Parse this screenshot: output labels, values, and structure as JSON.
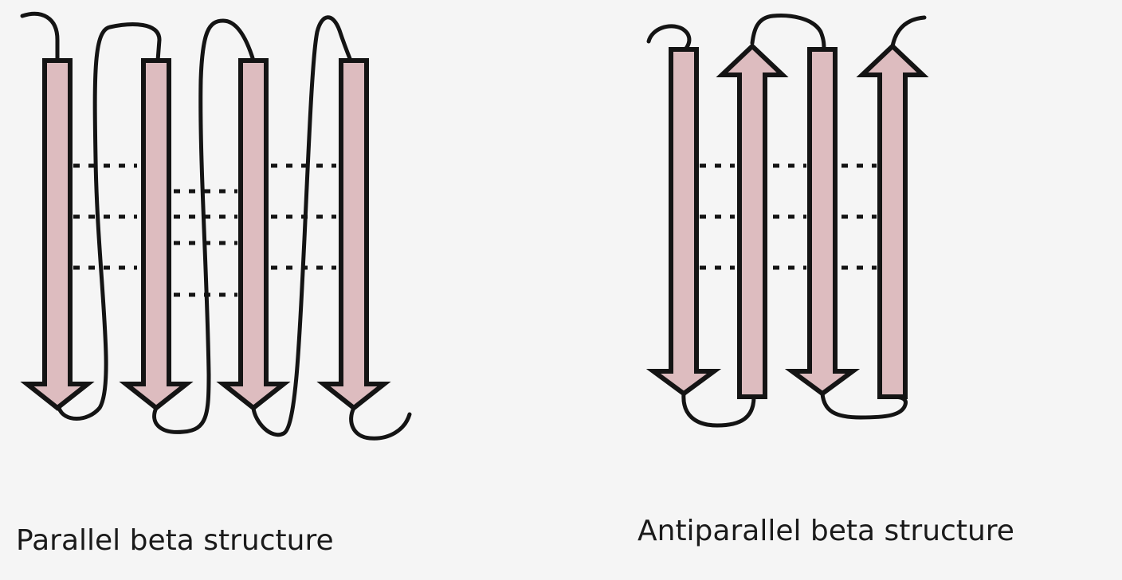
{
  "colors": {
    "background": "#f5f5f5",
    "strand_fill": "#ddbcbf",
    "strand_outline": "#141414",
    "loop": "#141414",
    "hbond": "#141414"
  },
  "panels": {
    "parallel": {
      "caption": "Parallel beta structure",
      "strand_count": 4,
      "strand_directions": [
        "down",
        "down",
        "down",
        "down"
      ]
    },
    "antiparallel": {
      "caption": "Antiparallel beta structure",
      "strand_count": 4,
      "strand_directions": [
        "down",
        "up",
        "down",
        "up"
      ]
    }
  }
}
